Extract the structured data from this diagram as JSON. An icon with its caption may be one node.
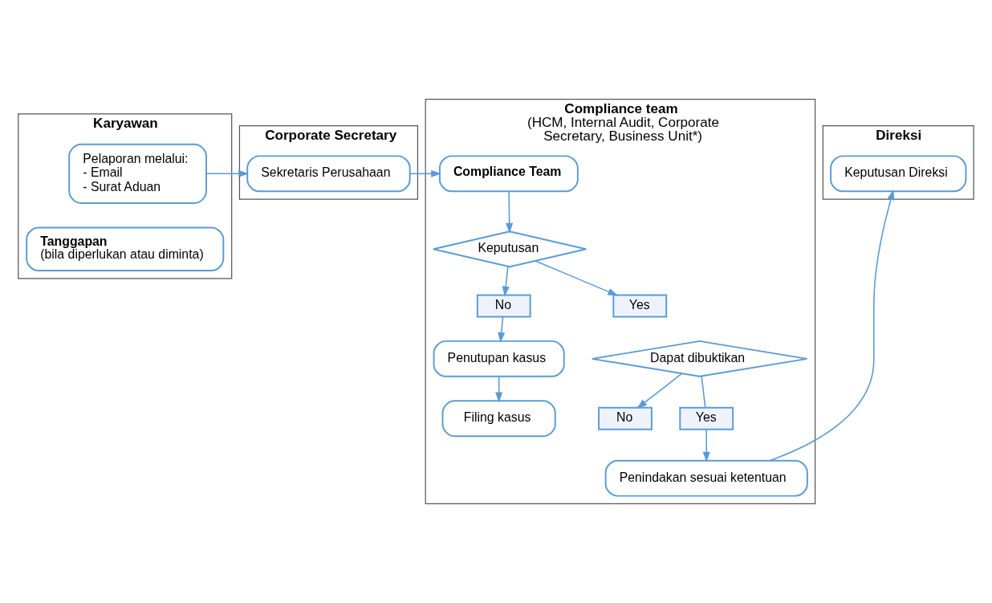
{
  "diagram": {
    "nodes": [
      {
        "text": [
          "Karyawan"
        ]
      },
      {
        "text": [
          "Corporate Secretary"
        ]
      },
      {
        "text": [
          "Compliance team",
          "(HCM, Internal Audit, Corporate Secretary, Business Unit*)"
        ]
      },
      {
        "text": [
          "Direksi"
        ]
      },
      {
        "text": [
          "Pelaporan melalui:",
          "- Email",
          "- Surat Aduan"
        ],
        "in": 0
      },
      {
        "text": [
          "Tanggapan",
          "(bila diperlukan atau diminta)"
        ],
        "in": 0
      },
      {
        "text": [
          "Sekretaris Perusahaan"
        ],
        "in": 1
      },
      {
        "text": [
          "Compliance Team"
        ],
        "in": 2
      },
      {
        "text": [
          "Keputusan"
        ],
        "in": 2
      },
      {
        "text": [
          "No"
        ],
        "in": 2
      },
      {
        "text": [
          "Yes"
        ],
        "in": 2
      },
      {
        "text": [
          "Penutupan kasus"
        ],
        "in": 2
      },
      {
        "text": [
          "Dapat dibuktikan"
        ],
        "in": 2
      },
      {
        "text": [
          "Filing kasus"
        ],
        "in": 2
      },
      {
        "text": [
          "No"
        ],
        "in": 2
      },
      {
        "text": [
          "Yes"
        ],
        "in": 2
      },
      {
        "text": [
          "Penindakan sesuai ketentuan"
        ],
        "in": 2
      },
      {
        "text": [
          "Keputusan Direksi"
        ],
        "in": 3
      }
    ],
    "edges": [
      {
        "from": 4,
        "to": 6,
        "arrow": "to"
      },
      {
        "from": 6,
        "to": 7,
        "arrow": "to"
      },
      {
        "from": 7,
        "to": 8,
        "arrow": "to"
      },
      {
        "from": 8,
        "to": 9,
        "arrow": "to"
      },
      {
        "from": 8,
        "to": 10,
        "arrow": "to"
      },
      {
        "from": 9,
        "to": 11,
        "arrow": "to"
      },
      {
        "from": 11,
        "to": 13,
        "arrow": "to"
      },
      {
        "from": 12,
        "to": 14,
        "arrow": "to"
      },
      {
        "from": 12,
        "to": 15,
        "arrow": "none"
      },
      {
        "from": 15,
        "to": 16,
        "arrow": "to"
      },
      {
        "from": 16,
        "to": 17,
        "arrow": "to"
      }
    ]
  }
}
